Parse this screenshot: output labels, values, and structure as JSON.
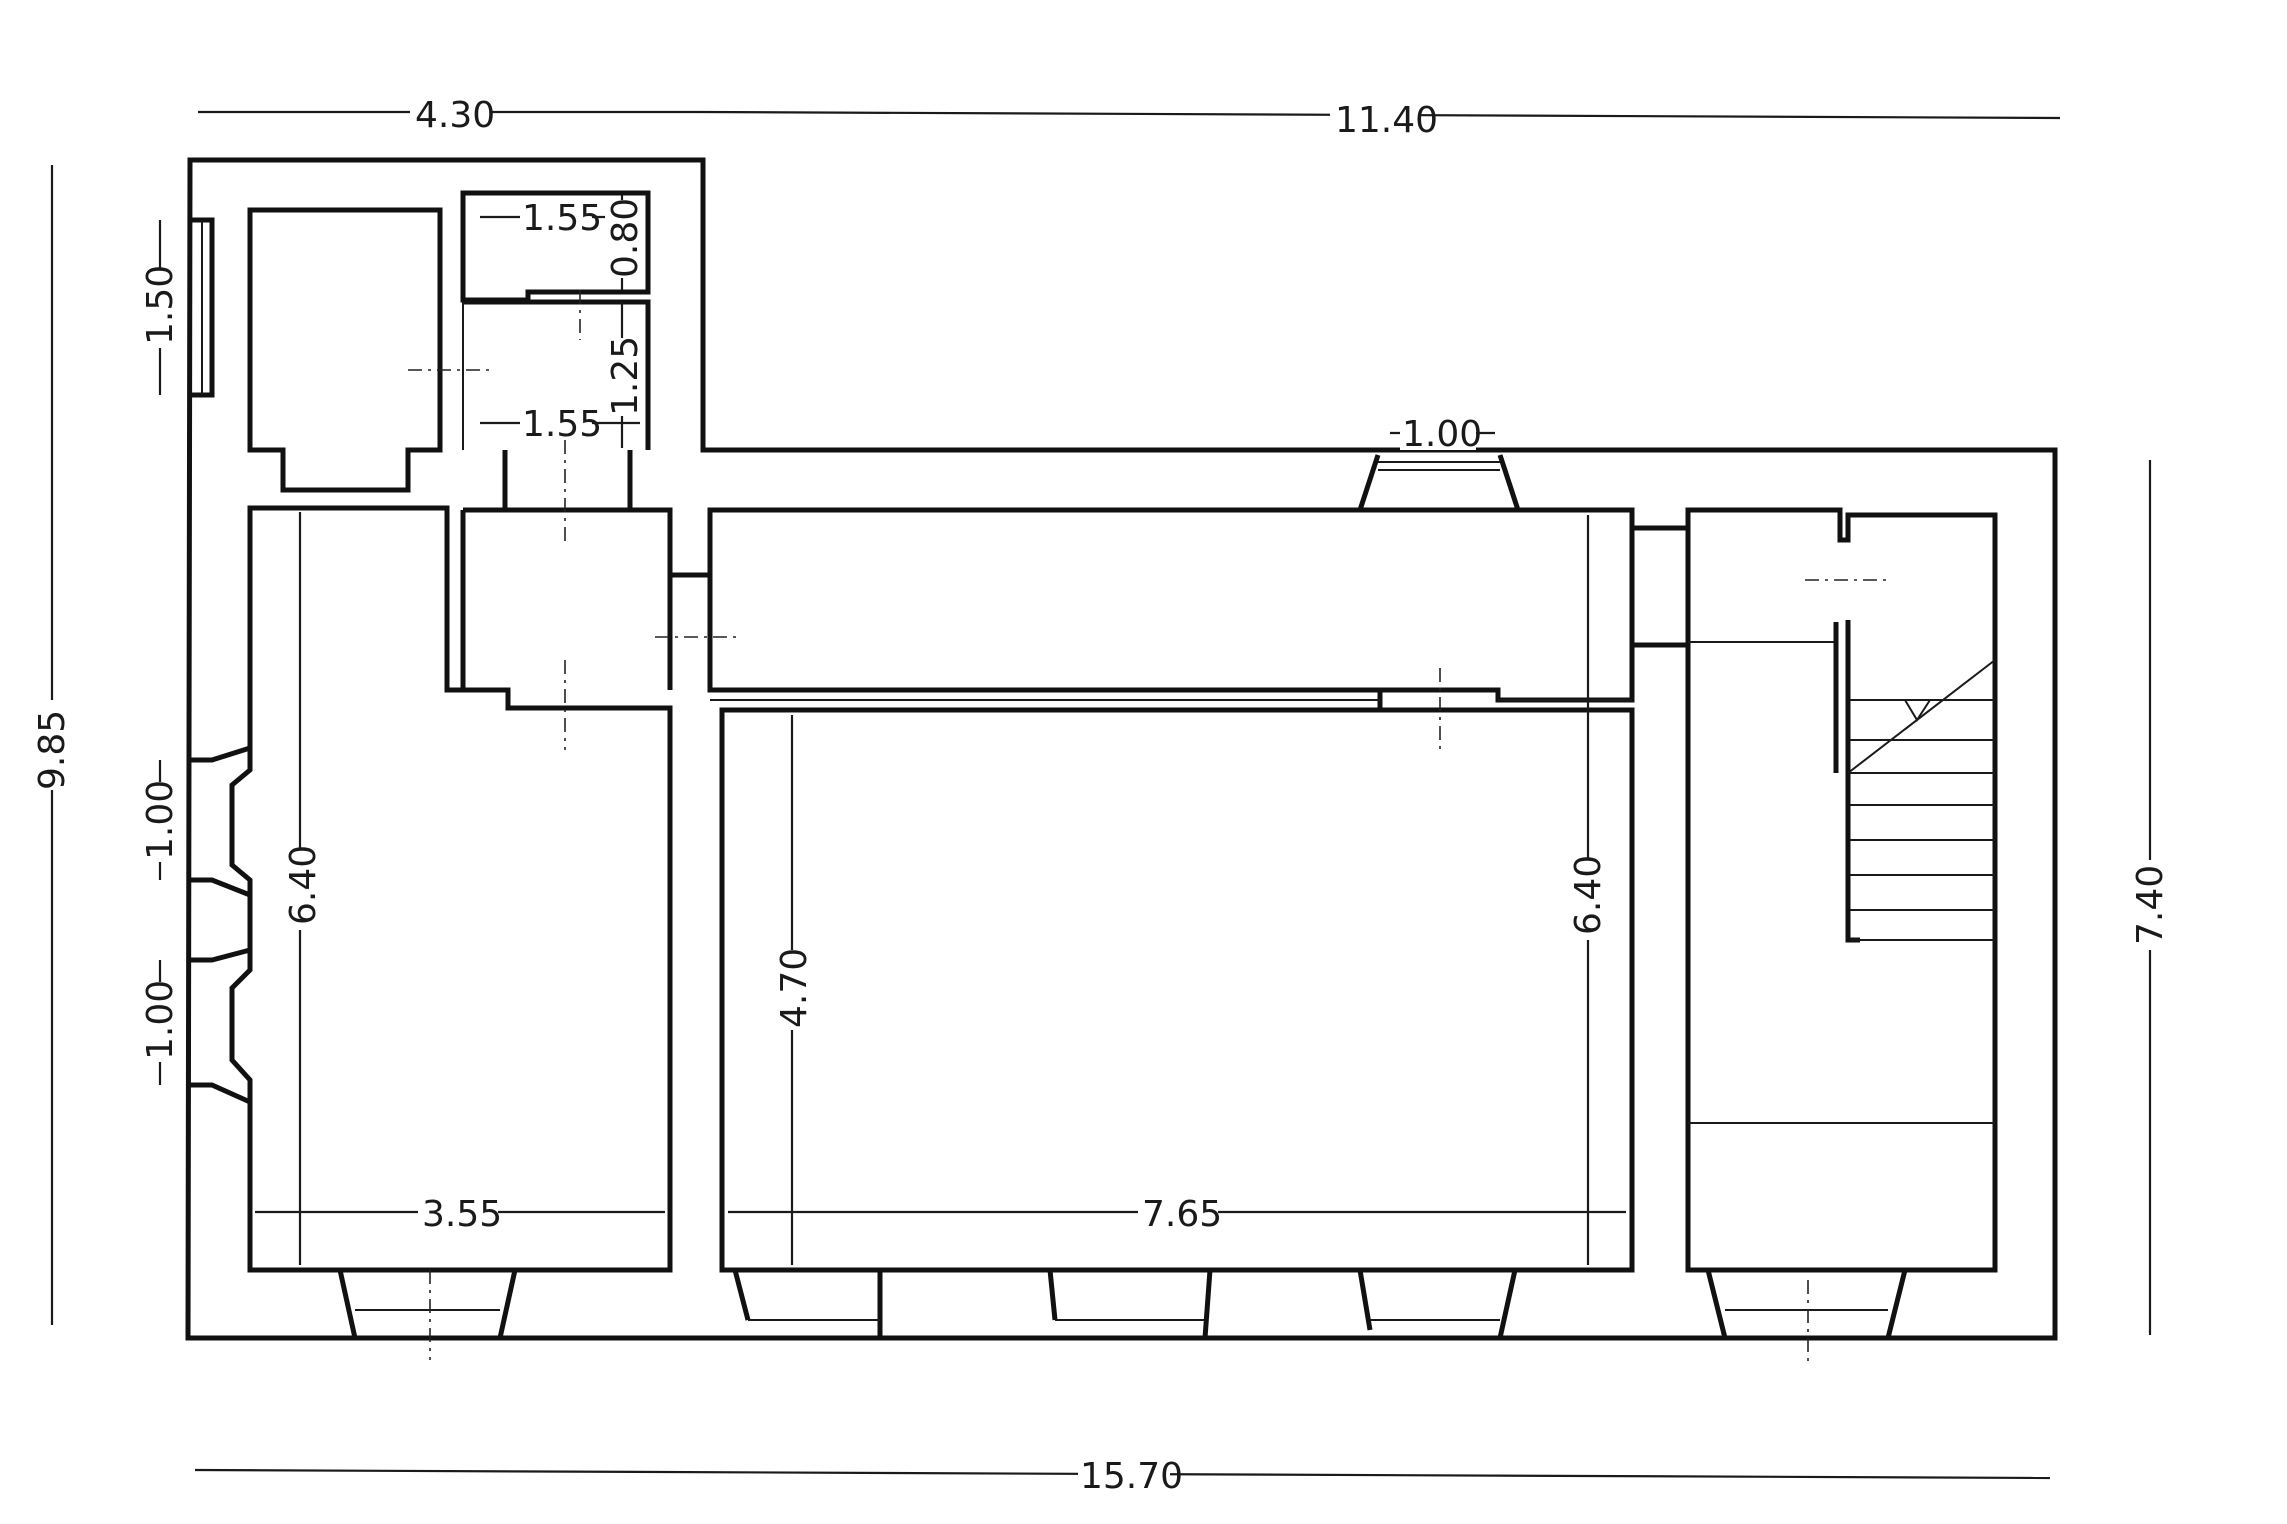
{
  "dimensions": {
    "top_left": "4.30",
    "top_right": "11.40",
    "bottom_total": "15.70",
    "left_total": "9.85",
    "right_total": "7.40",
    "left_opening_top": "1.50",
    "left_opening_mid": "1.00",
    "left_opening_low": "1.00",
    "wc_width_top": "1.55",
    "wc_depth_top": "0.80",
    "wc_width_bottom": "1.55",
    "wc_depth_bottom": "1.25",
    "opening_top_wall": "1.00",
    "room_left_height": "6.40",
    "room_left_width": "3.55",
    "room_main_height_inner": "4.70",
    "room_main_height": "6.40",
    "room_main_width": "7.65"
  },
  "colors": {
    "ink": "#111111",
    "paper": "#ffffff"
  }
}
